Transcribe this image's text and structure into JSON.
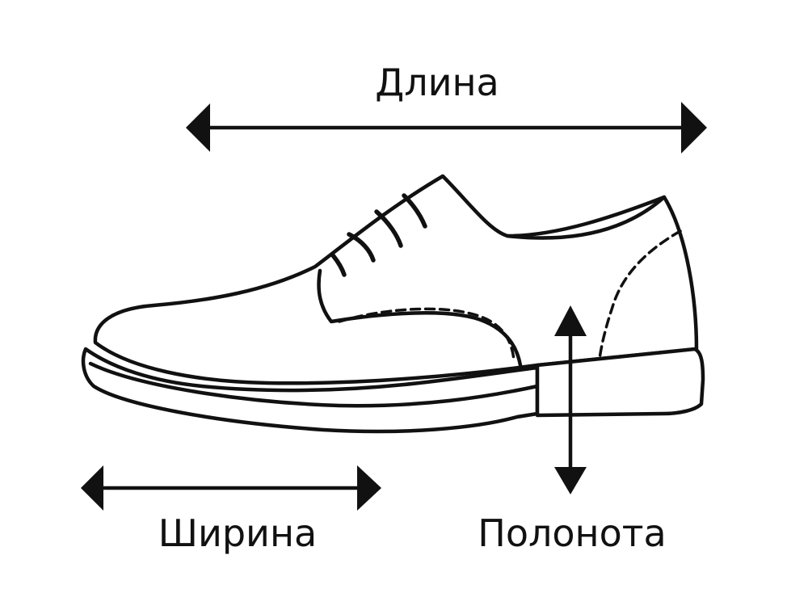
{
  "labels": {
    "length": "Длина",
    "width": "Ширина",
    "fullness": "Полонота"
  },
  "colors": {
    "ink": "#111111",
    "background": "#ffffff"
  },
  "icons": {
    "shoe": "shoe-icon"
  }
}
